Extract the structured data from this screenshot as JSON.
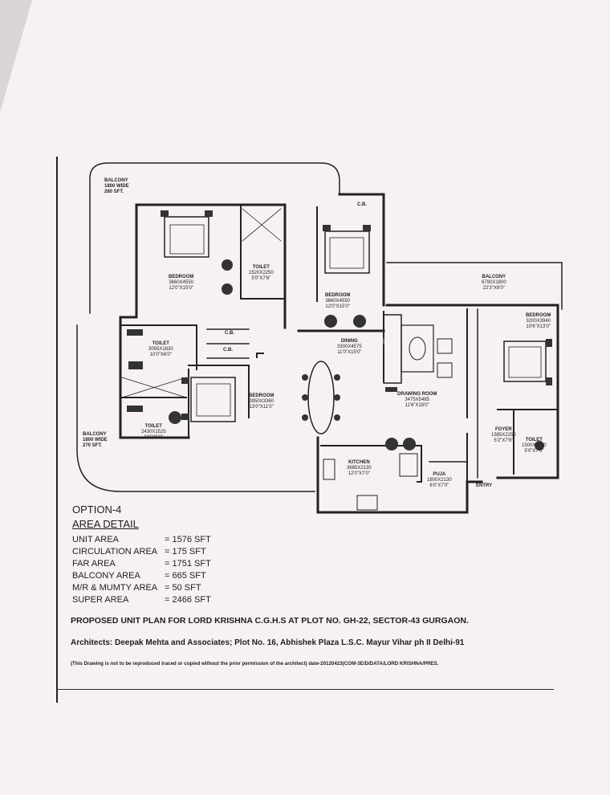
{
  "option": "OPTION-4",
  "area_heading": "AREA DETAIL",
  "areas": [
    {
      "label": "UNIT AREA",
      "value": "= 1576 SFT"
    },
    {
      "label": "CIRCULATION AREA",
      "value": "= 175 SFT"
    },
    {
      "label": "FAR AREA",
      "value": "= 1751 SFT"
    },
    {
      "label": "BALCONY AREA",
      "value": "= 665 SFT"
    },
    {
      "label": "M/R & MUMTY AREA",
      "value": "= 50 SFT"
    },
    {
      "label": "SUPER AREA",
      "value": "= 2466 SFT"
    }
  ],
  "rooms": {
    "balcony_tl": [
      "BALCONY",
      "1800 WIDE",
      "260 SFT."
    ],
    "bed1": [
      "BEDROOM",
      "3660X4550",
      "12'0\"X15'0\""
    ],
    "toilet1": [
      "TOILET",
      "1520X2250",
      "5'0\"X7'6\""
    ],
    "cb1": "C.B.",
    "bed2": [
      "BEDROOM",
      "3660X4550",
      "12'0\"X15'0\""
    ],
    "balcony_r": [
      "BALCONY",
      "6790X1800",
      "22'3\"X6'0\""
    ],
    "bed3": [
      "BEDROOM",
      "3200X3940",
      "10'6\"X13'0\""
    ],
    "toilet2": [
      "TOILET",
      "3055X1830",
      "10'0\"X6'0\""
    ],
    "cb2": "C.B.",
    "cb3": "C.B.",
    "dining": [
      "DINING",
      "3300X4575",
      "11'0\"X15'0\""
    ],
    "drawing": [
      "DRAWING ROOM",
      "3475X5485",
      "11'6\"X18'0\""
    ],
    "bed4": [
      "BEDROOM",
      "3950X3360",
      "13'0\"X11'0\""
    ],
    "toilet3": [
      "TOILET",
      "2430X1525",
      "8'0\"X5'0\""
    ],
    "foyer": [
      "FOYER",
      "1585X2250",
      "5'2\"X7'6\""
    ],
    "toilet4": [
      "TOILET",
      "1500X2250",
      "5'0\"X7'6\""
    ],
    "balcony_bl": [
      "BALCONY",
      "1800 WIDE",
      "270 SFT."
    ],
    "kitchen": [
      "KITCHEN",
      "3685X2130",
      "12'0\"X7'0\""
    ],
    "puja": [
      "PUJA",
      "1800X2130",
      "6'0\"X7'0\""
    ],
    "entry": "ENTRY"
  },
  "title": "PROPOSED UNIT PLAN FOR LORD KRISHNA  C.G.H.S AT PLOT NO. GH-22, SECTOR-43 GURGAON.",
  "architects": "Architects: Deepak Mehta and Associates; Plot No. 16, Abhishek Plaza L.S.C. Mayur Vihar ph II Delhi-91",
  "note": "(This Drawing is not to be reproduced traced or copied without the prior permission of the architect) date-20120423(COM-3E/D/DATA/LORD KRISHNA/PRES."
}
